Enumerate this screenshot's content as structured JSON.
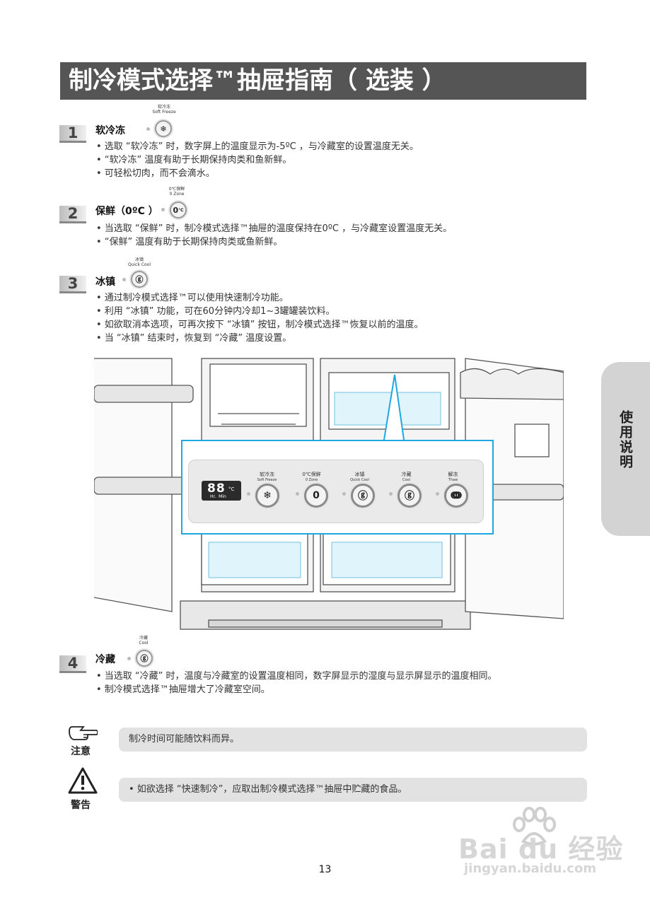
{
  "header": {
    "title": "制冷模式选择™抽屉指南（ 选装 ）"
  },
  "side_tab": {
    "label": "使用说明"
  },
  "steps": [
    {
      "number": "1",
      "title": "软冷冻",
      "icon_label_cn": "软冷冻",
      "icon_label_en": "Soft Freeze",
      "icon": "snowflake-icon",
      "bullets": [
        "• 选取 “软冷冻” 时，数字屏上的温度显示为-5ºC ，与冷藏室的设置温度无关。",
        "• “软冷冻” 温度有助于长期保持肉类和鱼新鲜。",
        "• 可轻松切肉，而不会滴水。"
      ]
    },
    {
      "number": "2",
      "title": "保鲜（0ºC ）",
      "icon_label_cn": "0℃保鲜",
      "icon_label_en": "0 Zone",
      "icon": "zero-degree-icon",
      "bullets": [
        "• 当选取 “保鲜” 时，制冷模式选择™抽屉的温度保持在0ºC ，与冷藏室设置温度无关。",
        "• “保鲜” 温度有助于长期保持肉类或鱼新鲜。"
      ]
    },
    {
      "number": "3",
      "title": "冰镇",
      "icon_label_cn": "冰镇",
      "icon_label_en": "Quick Cool",
      "icon": "quick-cool-icon",
      "bullets": [
        "• 通过制冷模式选择™可以使用快速制冷功能。",
        "• 利用 “冰镇” 功能，可在60分钟内冷却1~3罐罐装饮料。",
        "• 如欲取消本选项，可再次按下 “冰镇” 按钮，制冷模式选择™恢复以前的温度。",
        "• 当 “冰镇” 结束时，恢复到 “冷藏” 温度设置。"
      ]
    },
    {
      "number": "4",
      "title": "冷藏",
      "icon_label_cn": "冷藏",
      "icon_label_en": "Cool",
      "icon": "cool-drop-icon",
      "bullets": [
        "• 当选取 “冷藏” 时，温度与冷藏室的设置温度相同，数字屏显示的湿度与显示屏显示的温度相同。",
        "• 制冷模式选择™抽屉增大了冷藏室空间。"
      ]
    }
  ],
  "control_panel": {
    "display_digits": "88",
    "display_unit": "°C",
    "display_sub": "Hr.  Min",
    "buttons": [
      {
        "cn": "软冷冻",
        "en": "Soft Freeze",
        "glyph": "❄"
      },
      {
        "cn": "0℃保鲜",
        "en": "0 Zone",
        "glyph": "0"
      },
      {
        "cn": "冰镇",
        "en": "Quick Cool",
        "glyph": "ⓖ"
      },
      {
        "cn": "冷藏",
        "en": "Cool",
        "glyph": "ⓖ"
      },
      {
        "cn": "解冻",
        "en": "Thaw",
        "glyph": "ↈ"
      }
    ]
  },
  "notes": [
    {
      "label": "注意",
      "icon": "pointing-hand-icon",
      "text": "制冷时间可能随饮料而异。"
    },
    {
      "label": "警告",
      "icon": "warning-triangle-icon",
      "text": "• 如欲选择 “快速制冷”，应取出制冷模式选择™抽屉中贮藏的食品。"
    }
  ],
  "page_number": "13",
  "watermark": {
    "brand": "Bai du 经验",
    "url": "jingyan.baidu.com"
  }
}
